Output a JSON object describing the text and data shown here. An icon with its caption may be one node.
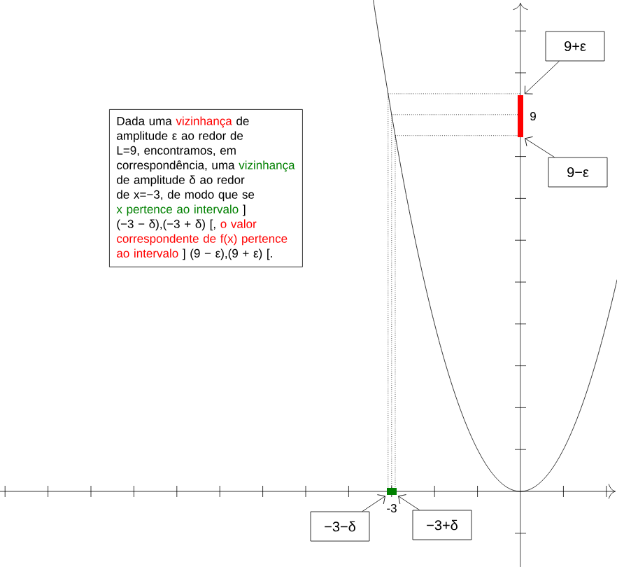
{
  "diagram": {
    "nodes": [
      {
        "text": [
          "Dada uma",
          "vizinhança",
          "de amplitude ε ao redor de L=9, encontramos, em correspondência, uma",
          "vizinhança",
          "de amplitude δ ao redor de x=−3, de modo que se",
          "x pertence ao intervalo",
          "] (−3 − δ),(−3 + δ) [,",
          "o valor correspondente de f(x) pertence ao intervalo",
          "] (9 − ε),(9 + ε) [."
        ]
      },
      {
        "text": [
          "9+ε"
        ]
      },
      {
        "text": [],
        "shape": "bar"
      },
      {
        "text": [
          "9−ε"
        ]
      },
      {
        "text": [],
        "shape": "bar"
      },
      {
        "text": [
          "−3−δ"
        ]
      },
      {
        "text": [
          "−3+δ"
        ]
      }
    ],
    "edges": [
      {
        "from": 1,
        "to": 2,
        "arrow": "to"
      },
      {
        "from": 3,
        "to": 2,
        "arrow": "to"
      },
      {
        "from": 5,
        "to": 4,
        "arrow": "to"
      },
      {
        "from": 6,
        "to": 4,
        "arrow": "to"
      }
    ],
    "labels": [
      "9",
      "-3"
    ]
  }
}
